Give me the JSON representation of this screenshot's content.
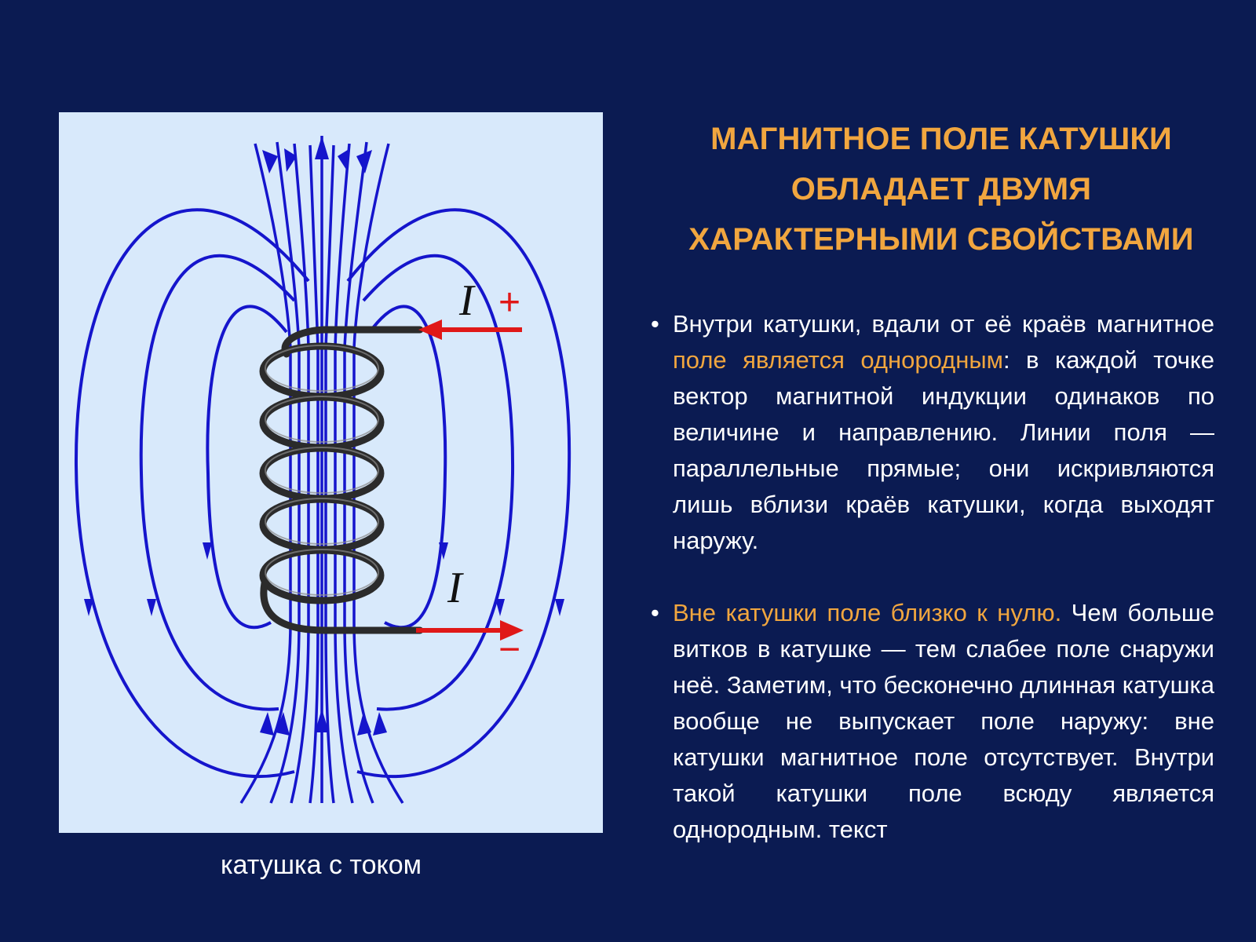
{
  "title": {
    "line1": "МАГНИТНОЕ ПОЛЕ КАТУШКИ",
    "line2": "ОБЛАДАЕТ ДВУМЯ",
    "line3": "ХАРАКТЕРНЫМИ СВОЙСТВАМИ"
  },
  "figure": {
    "current_label_top": "I",
    "current_label_bottom": "I",
    "plus_sign": "+",
    "minus_sign": "−",
    "caption": "катушка с током"
  },
  "bullets": [
    {
      "marker": "•",
      "text_before": "Внутри катушки, вдали от её краёв магнитное ",
      "highlight": "поле является однородным",
      "text_after": ": в каждой точке вектор магнитной индукции одинаков по величине и направлению. Линии поля — параллельные прямые; они искривляются лишь вблизи краёв катушки, когда выходят наружу."
    },
    {
      "marker": "•",
      "highlight": "Вне катушки поле близко к нулю.",
      "text_after": " Чем больше витков в катушке — тем слабее поле снаружи неё. Заметим, что бесконечно длинная катушка вообще не выпускает поле наружу: вне катушки магнитное поле отсутствует. Внутри такой катушки поле всюду является однородным. текст"
    }
  ],
  "colors": {
    "background": "#0b1b52",
    "accent": "#f1a63f",
    "text": "#ffffff",
    "figure_background": "#d8e9fb",
    "field_lines": "#1515cc",
    "coil": "#2b2b2b",
    "current_arrow": "#e01818"
  }
}
